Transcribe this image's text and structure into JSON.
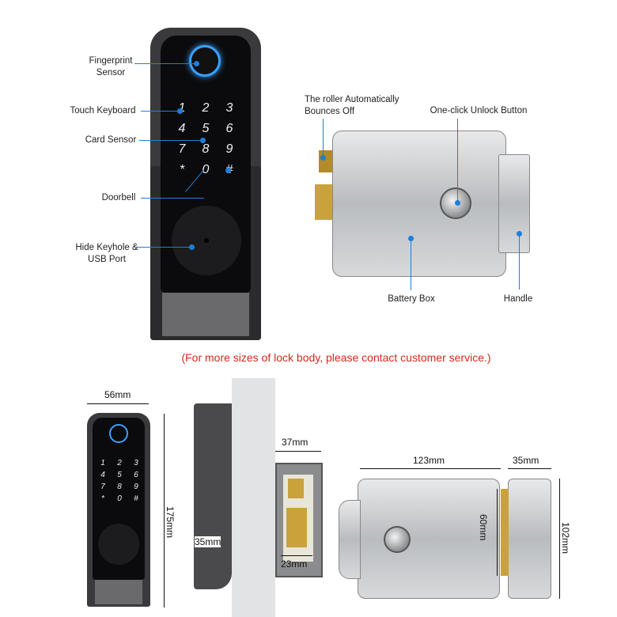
{
  "top_labels": {
    "fingerprint": "Fingerprint Sensor",
    "keyboard": "Touch Keyboard",
    "card": "Card Sensor",
    "doorbell": "Doorbell",
    "keyhole": "Hide Keyhole & USB Port",
    "roller": "The roller Automatically Bounces Off",
    "unlock": "One-click Unlock Button",
    "battery": "Battery Box",
    "handle": "Handle"
  },
  "keypad": [
    "1",
    "2",
    "3",
    "4",
    "5",
    "6",
    "7",
    "8",
    "9",
    "*",
    "0",
    "#"
  ],
  "notice": "(For more sizes of lock body, please contact customer service.)",
  "notice_color": "#d9251c",
  "dimensions": {
    "lock_width": "56mm",
    "lock_height": "175mm",
    "door_gap": "35mm",
    "body_depth": "37mm",
    "body_inner": "23mm",
    "body_width": "123mm",
    "handle_width": "35mm",
    "body_inner_height": "60mm",
    "body_height": "102mm"
  },
  "accent": "#1e7fd8"
}
